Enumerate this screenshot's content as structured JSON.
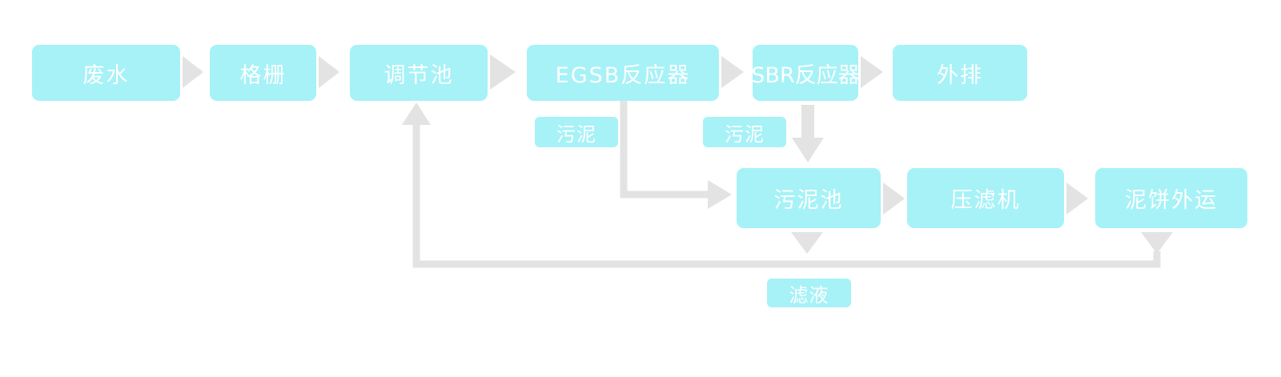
{
  "diagram": {
    "type": "flowchart",
    "subject": "wastewater-treatment-process",
    "nodes": {
      "wastewater": {
        "label": "废水"
      },
      "grid_screen": {
        "label": "格栅"
      },
      "regulating_tank": {
        "label": "调节池"
      },
      "egsb_reactor": {
        "label": "EGSB反应器"
      },
      "sbr_reactor": {
        "label": "SBR反应器"
      },
      "discharge": {
        "label": "外排"
      },
      "sludge_from_egsb": {
        "label": "污泥"
      },
      "sludge_from_sbr": {
        "label": "污泥"
      },
      "sludge_tank": {
        "label": "污泥池"
      },
      "filter_press": {
        "label": "压滤机"
      },
      "mud_cake_out": {
        "label": "泥饼外运"
      },
      "filtrate": {
        "label": "滤液"
      }
    },
    "edges": [
      {
        "from": "废水",
        "to": "格栅"
      },
      {
        "from": "格栅",
        "to": "调节池"
      },
      {
        "from": "调节池",
        "to": "EGSB反应器"
      },
      {
        "from": "EGSB反应器",
        "to": "SBR反应器"
      },
      {
        "from": "SBR反应器",
        "to": "外排"
      },
      {
        "from": "EGSB反应器",
        "to": "污泥池",
        "via": "污泥"
      },
      {
        "from": "SBR反应器",
        "to": "污泥池",
        "via": "污泥"
      },
      {
        "from": "污泥池",
        "to": "压滤机"
      },
      {
        "from": "压滤机",
        "to": "泥饼外运"
      },
      {
        "from": "污泥池",
        "to": "调节池",
        "via": "滤液"
      },
      {
        "from": "泥饼外运",
        "to": "调节池",
        "via": "滤液"
      }
    ]
  },
  "colors": {
    "node_fill": "#a6f2f7",
    "node_text": "#ffffff",
    "arrow": "#e3e3e3",
    "background": "#ffffff"
  }
}
